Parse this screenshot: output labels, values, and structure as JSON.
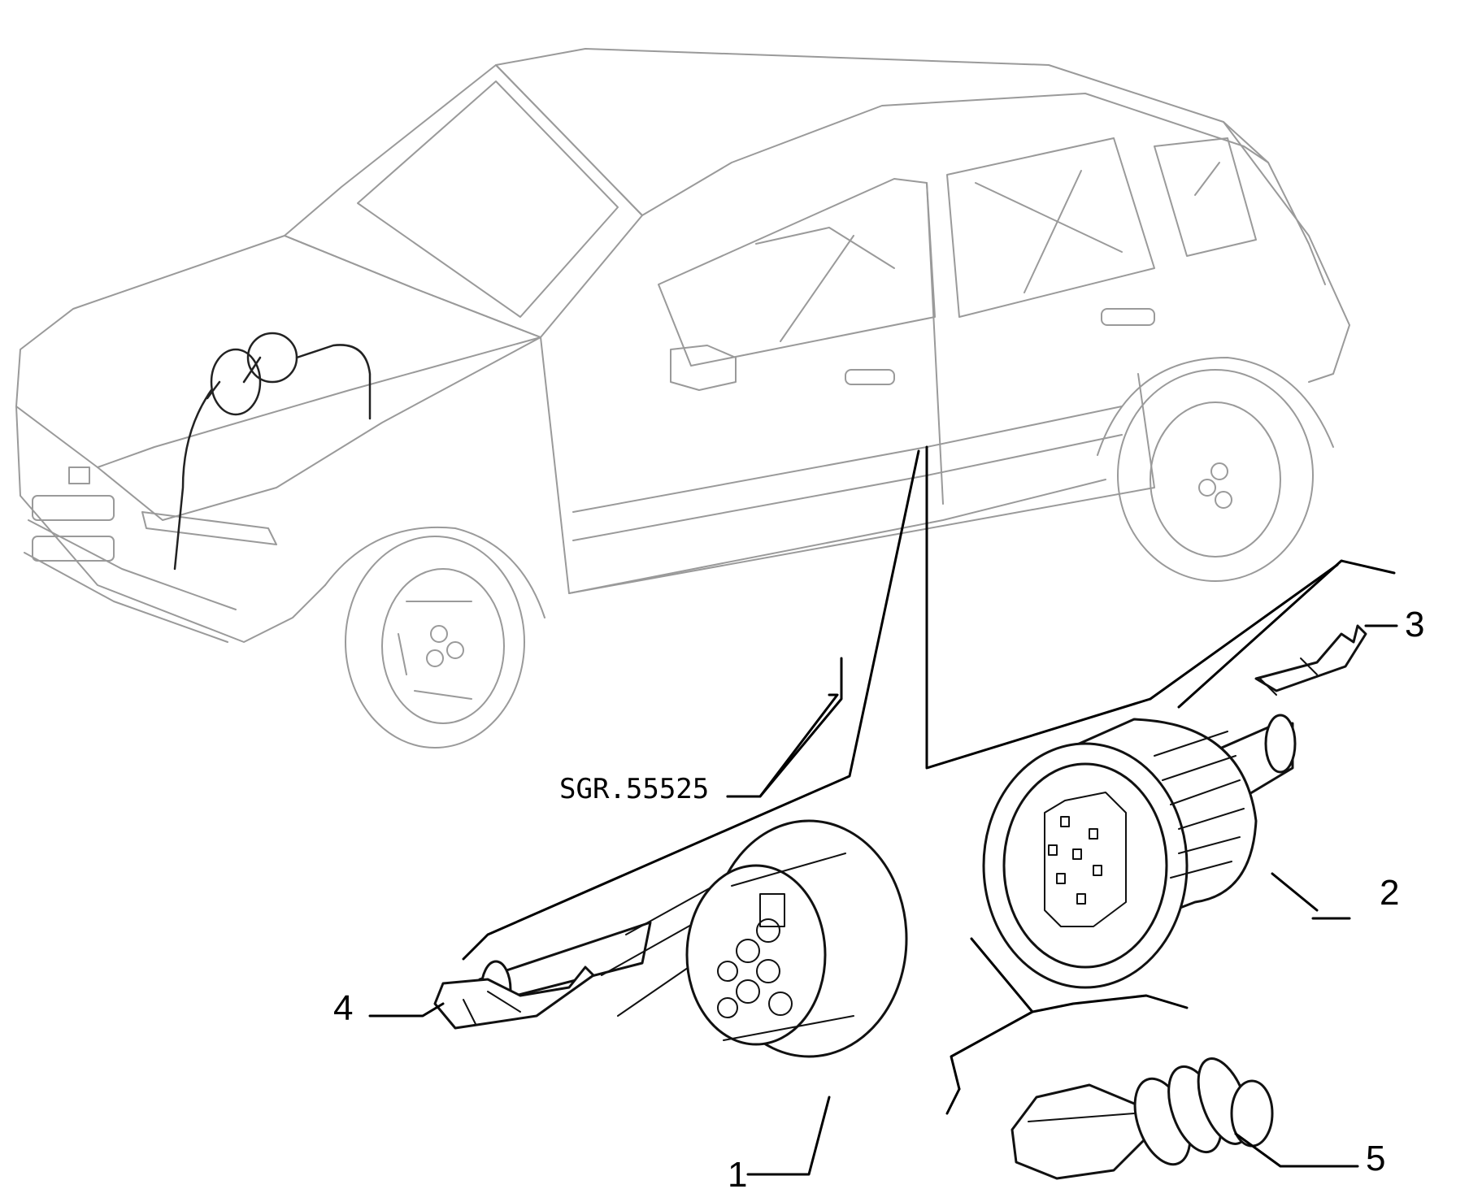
{
  "diagram": {
    "reference_code": "SGR.55525",
    "callouts": [
      {
        "id": "1",
        "label": "1"
      },
      {
        "id": "2",
        "label": "2"
      },
      {
        "id": "3",
        "label": "3"
      },
      {
        "id": "4",
        "label": "4"
      },
      {
        "id": "5",
        "label": "5"
      }
    ]
  }
}
